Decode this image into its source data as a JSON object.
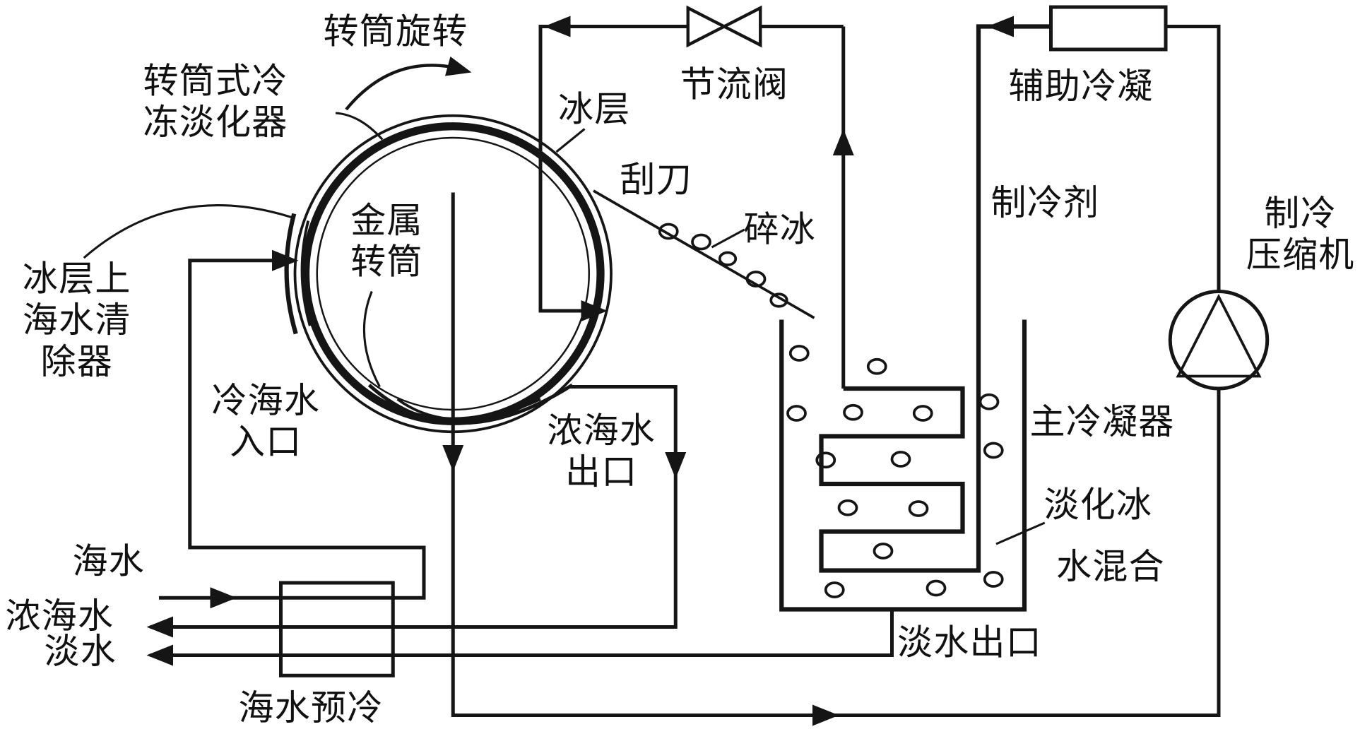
{
  "diagram": {
    "colors": {
      "line": "#151515",
      "background": "#ffffff"
    },
    "labels": {
      "drum_rotation": "转筒旋转",
      "drum_desalinator": "转筒式冷\n冻淡化器",
      "ice_layer": "冰层",
      "throttle_valve": "节流阀",
      "aux_condenser": "辅助冷凝",
      "scraper": "刮刀",
      "crushed_ice": "碎冰",
      "refrigerant": "制冷剂",
      "compressor": "制冷\n压缩机",
      "metal_drum": "金属\n转筒",
      "ice_seawater_remover": "冰层上\n海水清\n除器",
      "cold_seawater_inlet": "冷海水\n入口",
      "conc_seawater_outlet": "浓海水\n出口",
      "main_condenser": "主冷凝器",
      "desalted_ice_mix_line1": "淡化冰",
      "desalted_ice_mix_line2": "水混合",
      "seawater": "海水",
      "conc_seawater": "浓海水",
      "fresh_water": "淡水",
      "seawater_precool": "海水预冷",
      "fresh_water_outlet": "淡水出口"
    }
  }
}
